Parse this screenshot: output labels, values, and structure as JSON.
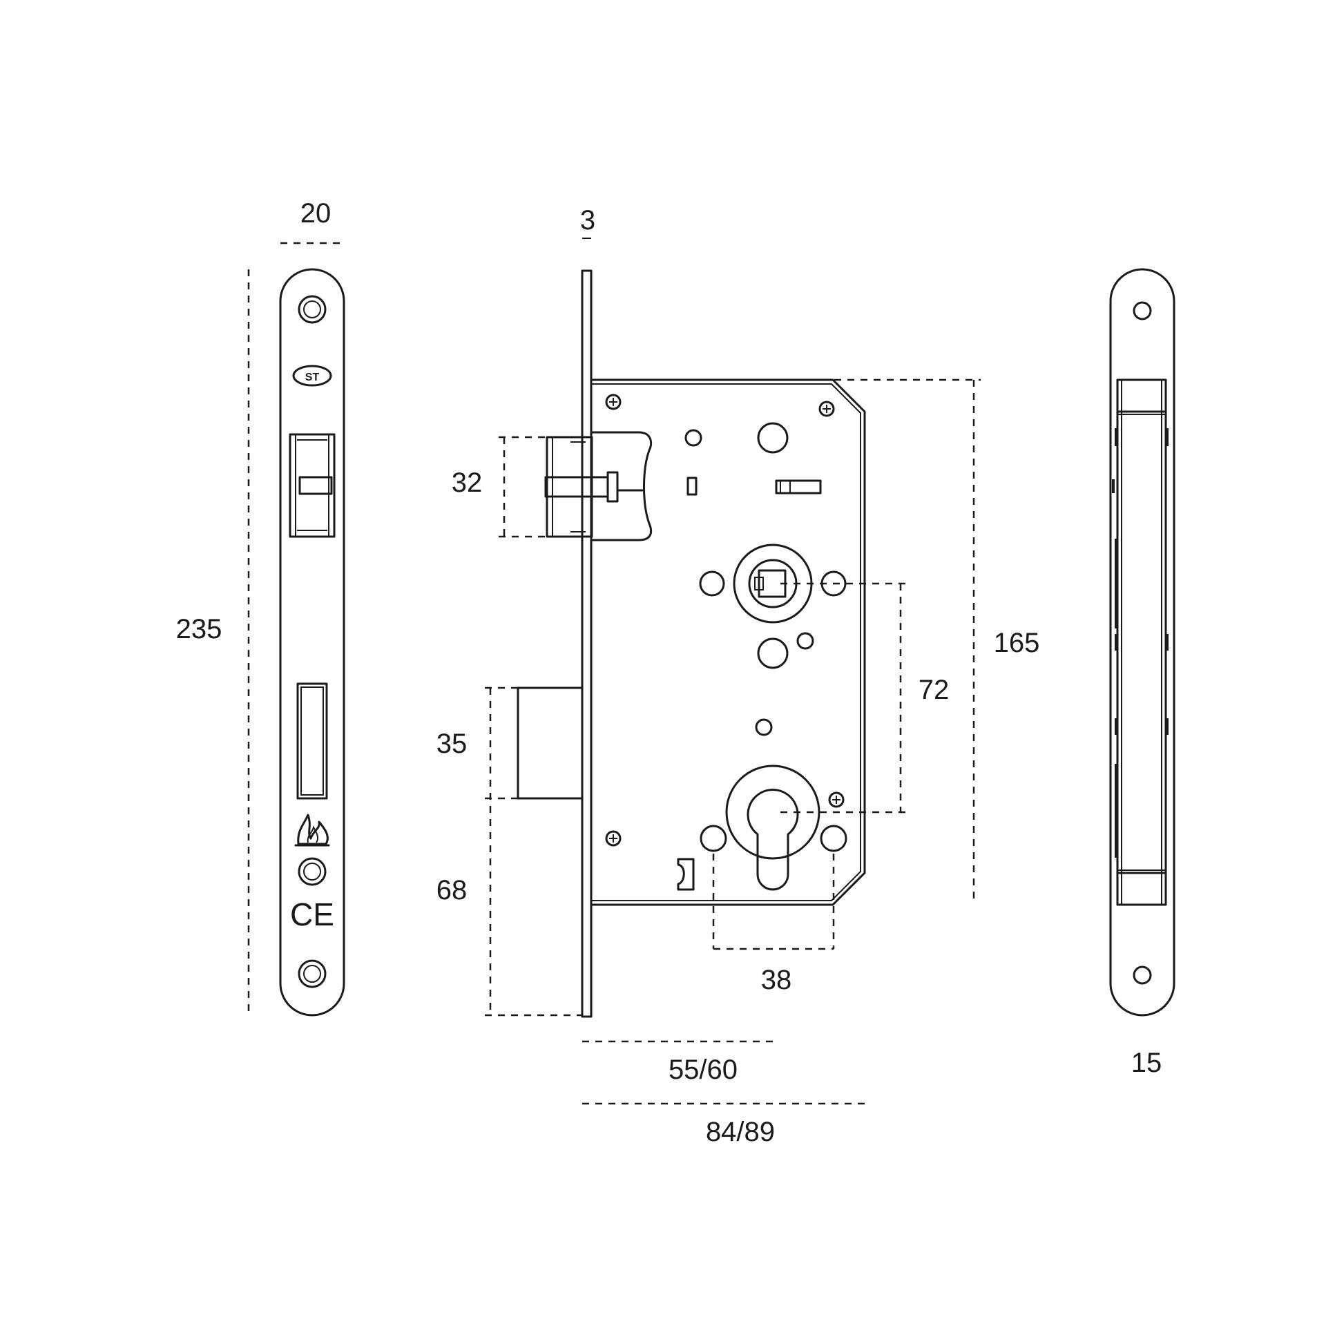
{
  "dimensions": {
    "faceplate_width": "20",
    "faceplate_thickness": "3",
    "overall_height": "235",
    "latch_height": "32",
    "deadbolt_height": "35",
    "deadbolt_to_bottom": "68",
    "case_height": "165",
    "follower_to_cylinder": "72",
    "cylinder_fixing_spacing": "38",
    "backset": "55/60",
    "case_depth": "84/89",
    "side_view_width": "15"
  },
  "marks": {
    "brand_logo": "ST",
    "ce_mark": "CE"
  },
  "icons": [
    "flame-icon",
    "ce-mark-icon",
    "brand-logo-icon"
  ]
}
